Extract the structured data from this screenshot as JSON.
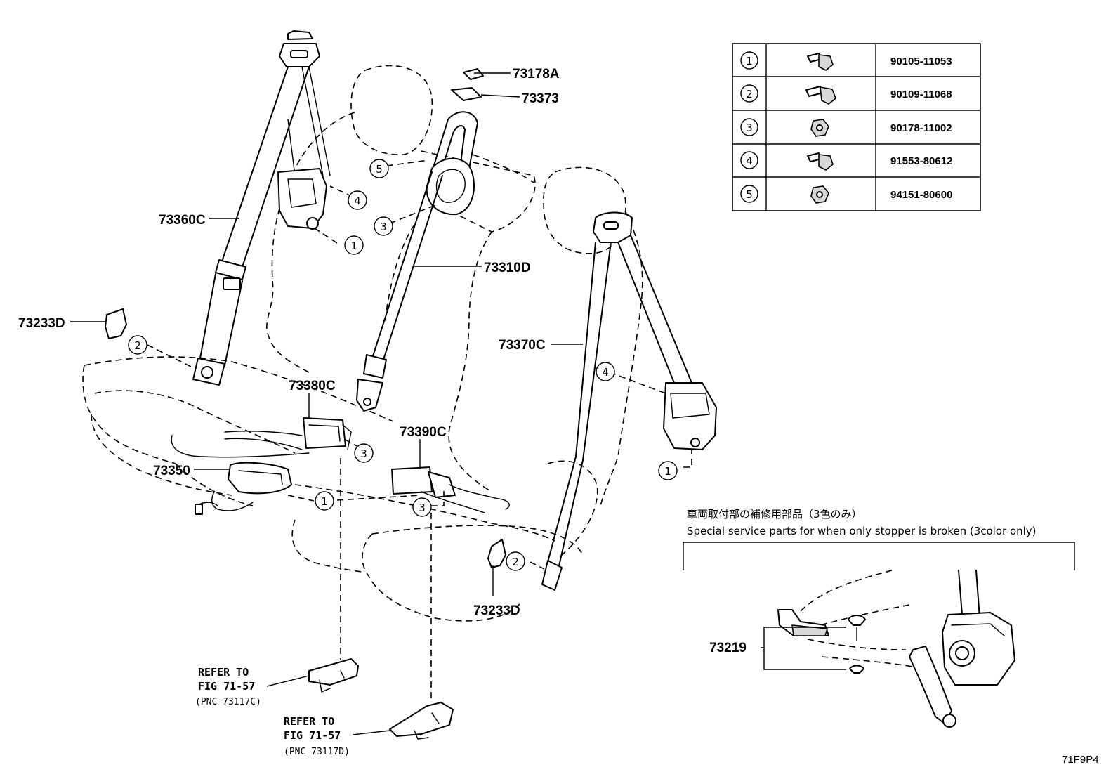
{
  "parts": {
    "p73178A": "73178A",
    "p73373": "73373",
    "p73360C": "73360C",
    "p73310D": "73310D",
    "p73233D_left": "73233D",
    "p73370C": "73370C",
    "p73380C": "73380C",
    "p73390C": "73390C",
    "p73350": "73350",
    "p73233D_bottom": "73233D",
    "p73219": "73219"
  },
  "refs": [
    {
      "line1": "REFER TO",
      "line2": "FIG 71-57",
      "line3": "(PNC 73117C)"
    },
    {
      "line1": "REFER TO",
      "line2": "FIG 71-57",
      "line3": "(PNC 73117D)"
    }
  ],
  "callouts": {
    "c1": "1",
    "c2": "2",
    "c3": "3",
    "c4": "4",
    "c5": "5"
  },
  "fastener_table": [
    {
      "no": "1",
      "icon": "flange-bolt-icon",
      "part": "90105-11053"
    },
    {
      "no": "2",
      "icon": "long-bolt-icon",
      "part": "90109-11068"
    },
    {
      "no": "3",
      "icon": "nut-icon",
      "part": "90178-11002"
    },
    {
      "no": "4",
      "icon": "flange-bolt-icon",
      "part": "91553-80612"
    },
    {
      "no": "5",
      "icon": "nut-icon",
      "part": "94151-80600"
    }
  ],
  "service_note": {
    "jp": "車両取付部の補修用部品（3色のみ）",
    "en": "Special service parts for when only stopper is broken (3color only)"
  },
  "figure_code": "71F9P4"
}
